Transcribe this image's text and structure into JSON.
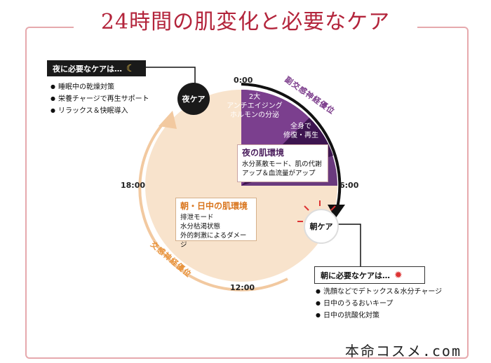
{
  "title": "24時間の肌変化と必要なケア",
  "night_care": {
    "heading": "夜に必要なケアは…",
    "items": [
      "睡眠中の乾燥対策",
      "栄養チャージで再生サポート",
      "リラックス＆快眠導入"
    ],
    "badge": "夜ケア"
  },
  "morning_care": {
    "heading": "朝に必要なケアは…",
    "items": [
      "洗顔などでデトックス＆水分チャージ",
      "日中のうるおいキープ",
      "日中の抗酸化対策"
    ],
    "badge": "朝ケア"
  },
  "times": {
    "t0": "0:00",
    "t6": "6:00",
    "t12": "12:00",
    "t18": "18:00"
  },
  "night_env": {
    "title": "夜の肌環境",
    "body": [
      "水分蒸散モード、肌の代謝",
      "アップ＆血流量がアップ"
    ]
  },
  "day_env": {
    "title": "朝・日中の肌環境",
    "body": [
      "排泄モード",
      "水分枯渇状態",
      "外的刺激によるダメージ"
    ]
  },
  "wedges": {
    "hormone": [
      "2大",
      "アンチエイジング",
      "ホルモンの分泌"
    ],
    "repair": [
      "全身で",
      "修復・再生"
    ]
  },
  "arcs": {
    "parasympathetic": "副交感神経優位",
    "sympathetic": "交感神経優位"
  },
  "brand": "本命コスメ.com",
  "colors": {
    "title": "#b3243b",
    "night_dark": "#4a1d5c",
    "night_mid": "#6a3a7e",
    "night_light": "#7b3f8e",
    "day": "#f8e3cc",
    "accent": "#e8923a"
  }
}
